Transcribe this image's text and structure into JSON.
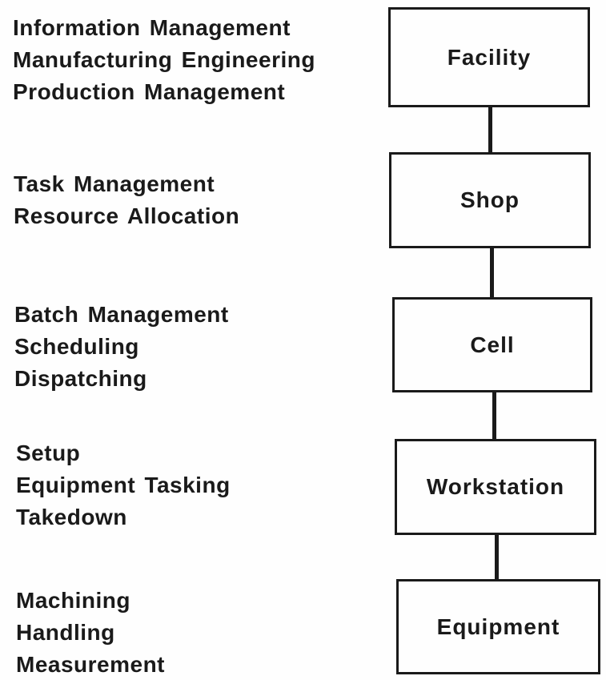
{
  "levels": [
    {
      "name": "Facility",
      "functions": [
        "Information Management",
        "Manufacturing Engineering",
        "Production Management"
      ]
    },
    {
      "name": "Shop",
      "functions": [
        "Task Management",
        "Resource Allocation"
      ]
    },
    {
      "name": "Cell",
      "functions": [
        "Batch Management",
        "Scheduling",
        "Dispatching"
      ]
    },
    {
      "name": "Workstation",
      "functions": [
        "Setup",
        "Equipment Tasking",
        "Takedown"
      ]
    },
    {
      "name": "Equipment",
      "functions": [
        "Machining",
        "Handling",
        "Measurement"
      ]
    }
  ],
  "colors": {
    "ink": "#1a1a1a",
    "background": "#fefefe"
  }
}
